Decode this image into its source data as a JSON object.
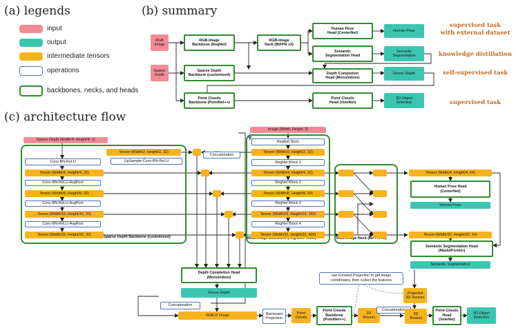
{
  "titles": {
    "legends": "(a) legends",
    "summary": "(b) summary",
    "arch": "(c) architecture flow"
  },
  "legend": [
    {
      "label": "input",
      "color": "#f28b95"
    },
    {
      "label": "output",
      "color": "#3cc6b2"
    },
    {
      "label": "intermediate tensors",
      "color": "#f6b31e"
    },
    {
      "label": "operations",
      "color": "#4f72b4"
    },
    {
      "label": "backbones, necks, and heads",
      "color": "#2e8b2e"
    }
  ],
  "summary": {
    "rgb_image": "RGB\nImage",
    "sparse_depth": "Sparse\nDepth",
    "rgb_backbone": "RGB-Image\nBackbone (RegNet)",
    "rgb_neck": "RGB-Image\nNeck (BiFPN x3)",
    "human_pose_head": "Human Pose\nHead (CenterNet)",
    "human_pose": "Human Pose",
    "semantic_head": "Semantic\nSegmentation Head",
    "semantic_seg": "Semantic\nSegmentation",
    "sparse_backbone": "Sparse Depth\nBackbone (customized)",
    "depth_head": "Depth Completion\nHead (MonoIndoor)",
    "dense_depth": "Dense Depth",
    "pc_backbone": "Point Clouds\nBackbone (PointNet++)",
    "pc_head": "Point Clouds\nHead (VoteNet)",
    "object_detection": "3D Object\nDetection",
    "tasks": [
      "supervised task\nwith external dataset",
      "knowledge distillation",
      "self-supervised task",
      "supervised task"
    ]
  },
  "arch": {
    "sparse_input": "Sparse Depth (Width/4, Height/4, 1)",
    "sparse_col": [
      "Conv-BN-ReLU",
      "Tensor (Width/4, Height/4, 32)",
      "Conv-BN-ReLU-AvgPool",
      "Tensor (Width/8, Height/8, 32)",
      "Conv-BN-ReLU-AvgPool",
      "Tensor (Width/16, Height/16, 32)",
      "Conv-BN-ReLU-AvgPool",
      "Tensor (Width/32, Height/32, 32)"
    ],
    "sparse_tensor2": "Tensor (Width/2, Height/2, 32)",
    "upsample": "UpSample-Conv-BN-ReLU",
    "concatenation": "Concatenation",
    "sparse_backbone_label": "Sparse Depth Backbone (customized)",
    "image_input": "Image (Width, Height, 3)",
    "regnet_col": [
      "RegNet Stem",
      "Tensor (Width/2, Height/2, 32)",
      "RegNet Block 1",
      "Tensor (Width/4, Height/4, 32)",
      "RegNet Block 2",
      "Tensor (Width/8, Height/8, 64)",
      "RegNet Block 3",
      "Tensor (Width/16, Height/16, 160)",
      "RegNet Block 4",
      "Tensor (Width/32, Height/32, 400)"
    ],
    "rgb_backbone_label": "RGB-Image Backbone (RegNetX-400m)",
    "neck_label": "RGB-Image Neck (BiFPN x3)",
    "neck_out_top": "Tensor (Width/4, Height/4, 64)",
    "neck_out_bottom": "Tensor (Width/32, Height/32, 64)",
    "human_pose_head": "Human Pose Head\n(CenterNet)",
    "human_pose": "Human Pose",
    "semantic_head": "Semantic Segmentation Head\n(Mask2Former)",
    "semantic_seg": "Semantic Segmentation",
    "depth_head": "Depth Completion Head\n(MonoIndoor)",
    "dense_depth": "Dense Depth",
    "rgbd_concat": "Concatenation",
    "rgbd_image": "RGB-D Image",
    "backward_projection": "Backward\nProjection",
    "point_clouds": "Point\nClouds",
    "pc_backbone": "Point Clouds\nBackbone\n(PointNet++)",
    "tensors_3d": "3D\nTensors",
    "concat2": "Concatenation",
    "tensors_3d_b": "3D\nTensors",
    "pc_head": "Point Clouds\nHead\n(VoteNet)",
    "object_detection": "3D Object\nDetection",
    "projected": "Projected\n3D Tensors",
    "fp_note": "use Forward Projection to get image\ncoordinates, then collect the features"
  }
}
